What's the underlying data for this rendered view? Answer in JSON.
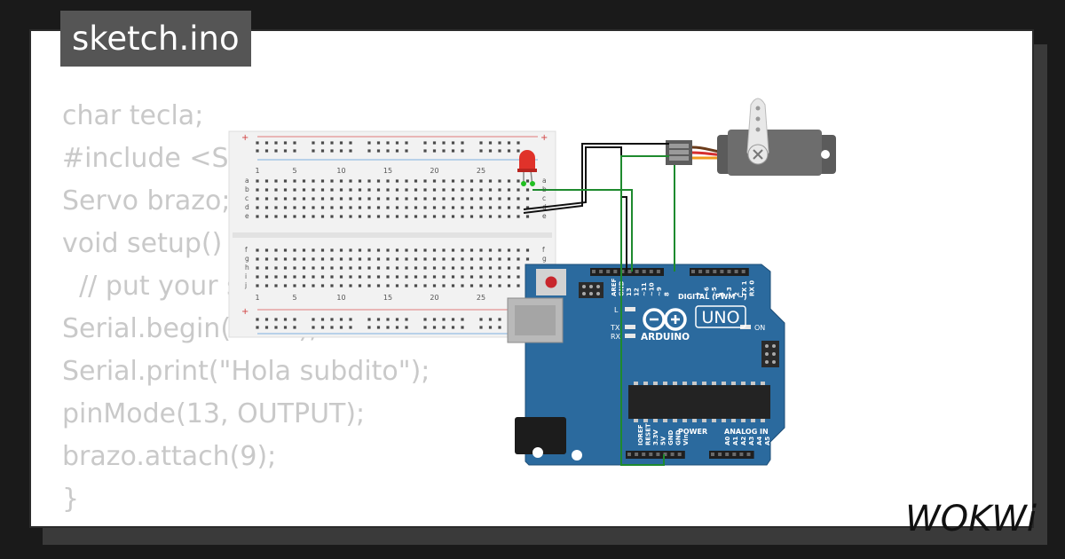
{
  "file": {
    "name": "sketch.ino"
  },
  "code_lines": [
    "char tecla;",
    "#include <Servo.h>",
    "Servo brazo;",
    "void setup() {",
    "  // put your setup code here",
    "Serial.begin(9600);",
    "Serial.print(\"Hola subdito\");",
    "pinMode(13, OUTPUT);",
    "brazo.attach(9);",
    "}"
  ],
  "breadboard": {
    "column_numbers": [
      "1",
      "5",
      "10",
      "15",
      "20",
      "25"
    ],
    "row_letters_top": [
      "a",
      "b",
      "c",
      "d",
      "e"
    ],
    "row_letters_bottom": [
      "f",
      "g",
      "h",
      "i",
      "j"
    ]
  },
  "arduino": {
    "logo_text": "ARDUINO",
    "model": "UNO",
    "digital_label": "DIGITAL (PWM ~)",
    "power_label": "POWER",
    "analog_label": "ANALOG IN",
    "on_label": "ON",
    "led_labels": [
      "L",
      "TX",
      "RX"
    ],
    "top_pins": [
      "AREF",
      "GND",
      "13",
      "12",
      "~11",
      "~10",
      "~9",
      "8",
      "7",
      "~6",
      "~5",
      "4",
      "~3",
      "2",
      "TX 1",
      "RX 0"
    ],
    "power_pins": [
      "IOREF",
      "RESET",
      "3.3V",
      "5V",
      "GND",
      "GND",
      "Vin"
    ],
    "analog_pins": [
      "A0",
      "A1",
      "A2",
      "A3",
      "A4",
      "A5"
    ]
  },
  "brand": {
    "name": "WOKWi"
  },
  "colors": {
    "background": "#1a1a1a",
    "card": "#ffffff",
    "tab": "#555555",
    "code_text": "#c9c9c9",
    "board": "#2b6a9e",
    "wire_black": "#111111",
    "wire_green": "#1e8a2e",
    "led": "#e0322a"
  }
}
